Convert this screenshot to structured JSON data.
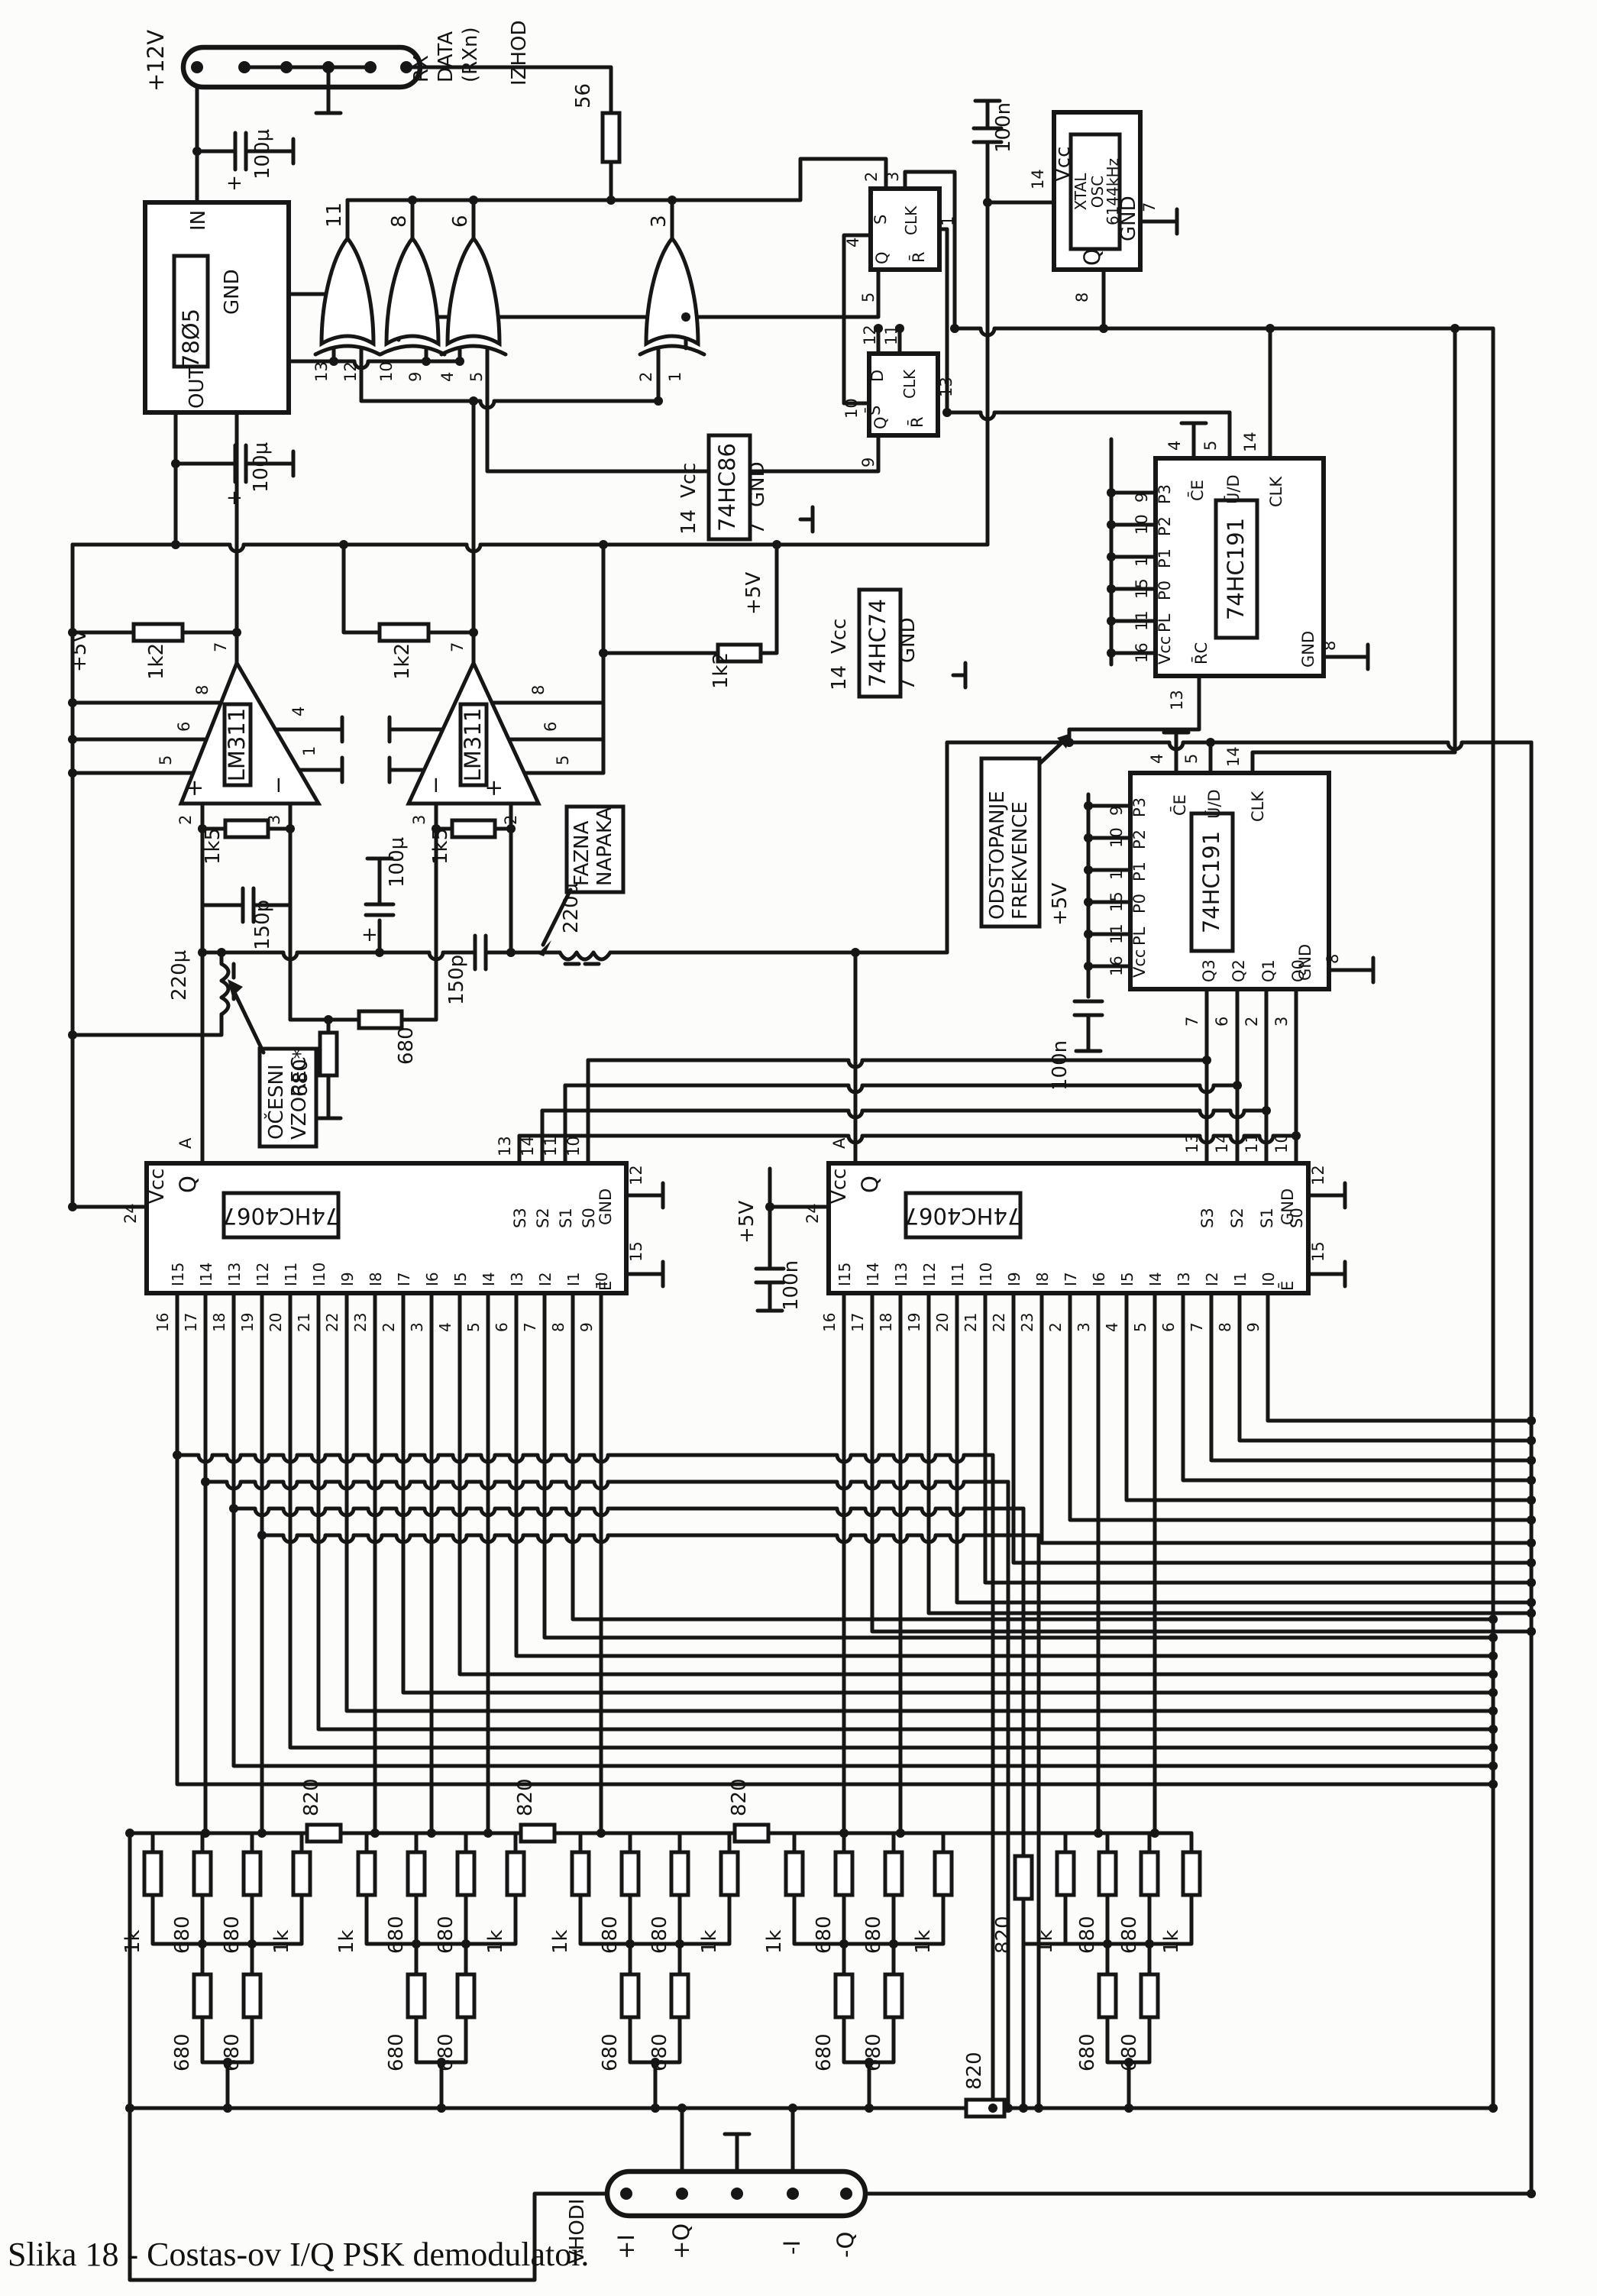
{
  "caption": "Slika 18 - Costas-ov I/Q PSK demodulator.",
  "v5": "+5V",
  "top": {
    "v12": "+12V",
    "rx": [
      "RX",
      "DATA",
      "(RXn)"
    ],
    "izhod": "IZHOD",
    "r56": "56",
    "cap_in": "100µ",
    "cap_out": "100µ"
  },
  "reg": {
    "name": "78Ø5",
    "pin_in": "IN",
    "pin_gnd": "GND",
    "pin_out": "OUT"
  },
  "xor86": {
    "part": "74HC86",
    "vcc_pin": "14",
    "vcc": "Vcc",
    "gnd_pin": "7",
    "gnd": "GND",
    "outs": [
      "11",
      "8",
      "6",
      "3"
    ],
    "ins": [
      "13",
      "12",
      "10",
      "9",
      "4",
      "5",
      "2",
      "1"
    ]
  },
  "ff74": {
    "part": "74HC74",
    "vcc_pin": "14",
    "vcc": "Vcc",
    "gnd_pin": "7",
    "gnd": "GND",
    "d": "D",
    "clk": "CLK",
    "s": "S̄",
    "r": "R̄",
    "q": "Q",
    "ff1": {
      "d": "2",
      "clk": "3",
      "s": "4",
      "r": "1",
      "q": "5"
    },
    "ff2": {
      "d": "12",
      "clk": "11",
      "s": "10",
      "r": "13",
      "q": "9"
    }
  },
  "xtal": {
    "l1": "XTAL",
    "l2": "OSC",
    "l3": "6144kHz",
    "vcc": "Vcc",
    "vcc_pin": "14",
    "gnd": "GND",
    "gnd_pin": "7",
    "q": "Q",
    "q_pin": "8",
    "cap": "100n"
  },
  "cnt": {
    "part": "74HC191",
    "left_names": [
      "P3",
      "P2",
      "P1",
      "P0",
      "P̄L",
      "Vcc"
    ],
    "left_pins": [
      "9",
      "10",
      "1",
      "15",
      "11",
      "16"
    ],
    "ce": "C̄E",
    "ce_pin": "4",
    "ud": "Ū/D",
    "ud_pin": "5",
    "clk": "CLK",
    "clk_pin": "14",
    "rc": "R̄C",
    "rc_pin": "13",
    "gnd": "GND",
    "gnd_pin": "8",
    "q_names": [
      "Q3",
      "Q2",
      "Q1",
      "Q0"
    ],
    "q_pins": [
      "7",
      "6",
      "2",
      "3"
    ],
    "v5": "+5V",
    "cap": "100n"
  },
  "mux": {
    "part": "74HC4067",
    "vcc": "Vcc",
    "vcc_pin": "24",
    "q": "Q",
    "a": "A",
    "sel_names": [
      "S3",
      "S2",
      "S1",
      "S0"
    ],
    "sel_pins": [
      "13",
      "14",
      "11",
      "10"
    ],
    "in_names": [
      "I15",
      "I14",
      "I13",
      "I12",
      "I11",
      "I10",
      "I9",
      "I8",
      "I7",
      "I6",
      "I5",
      "I4",
      "I3",
      "I2",
      "I1",
      "I0"
    ],
    "in_pins": [
      "16",
      "17",
      "18",
      "19",
      "20",
      "21",
      "22",
      "23",
      "2",
      "3",
      "4",
      "5",
      "6",
      "7",
      "8",
      "9"
    ],
    "gnd": "GND",
    "gnd_pin": "12",
    "e": "Ē",
    "e_pin": "15",
    "v5": "+5V",
    "cap": "100n"
  },
  "cmp": {
    "part": "LM311",
    "out_pin": "7",
    "b8": "8",
    "b6": "6",
    "b5": "5",
    "plus": "+",
    "minus": "−",
    "p2": "2",
    "p3": "3",
    "p4": "4",
    "p1": "1",
    "r_pull": "1k2",
    "r_fb": "1k5",
    "c150": "150p",
    "c100": "100µ",
    "coil": "220µ",
    "r680s": "680*",
    "r680": "680"
  },
  "ann": {
    "oc1": "OČESNI",
    "oc2": "VZOREC",
    "fn1": "FAZNA",
    "fn2": "NAPAKA",
    "od1": "ODSTOPANJE",
    "od2": "FREKVENCE"
  },
  "ladder": {
    "top1": [
      "1k",
      "680",
      "680",
      "1k"
    ],
    "bot1": [
      "680",
      "680"
    ],
    "top2": [
      "1k",
      "680",
      "680",
      "1k"
    ],
    "bot2": [
      "680",
      "680"
    ],
    "top3": [
      "1k",
      "680",
      "680",
      "1k"
    ],
    "bot3": [
      "680",
      "680"
    ],
    "top4": [
      "1k",
      "680",
      "680",
      "1k"
    ],
    "bot4": [
      "680",
      "680"
    ],
    "bridges": [
      "820",
      "820",
      "820"
    ],
    "rtop": [
      "820",
      "1k",
      "680",
      "680",
      "1k"
    ],
    "rbot": [
      "680",
      "680"
    ],
    "bus": "820"
  },
  "conn": {
    "vhodi": "VHODI",
    "pi": "+I",
    "pq": "+Q",
    "mi": "-I",
    "mq": "-Q"
  }
}
